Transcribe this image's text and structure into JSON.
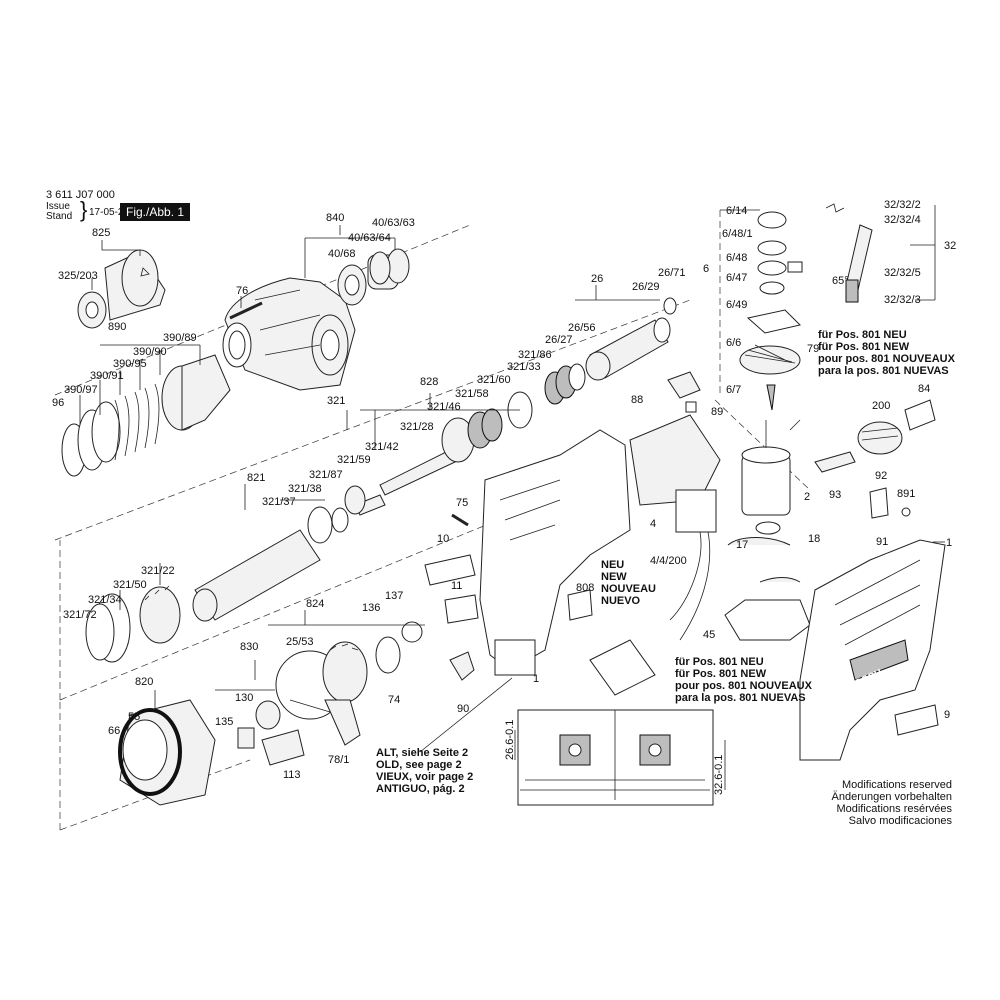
{
  "header": {
    "doc_number": "3 611 J07 000",
    "issue_label": "Issue\nStand",
    "issue_date": "17-05-22",
    "figure_label": "Fig./Abb. 1"
  },
  "callouts": {
    "c825": "825",
    "c325_203": "325/203",
    "c840": "840",
    "c40_63_63": "40/63/63",
    "c40_63_64": "40/63/64",
    "c40_68": "40/68",
    "c76": "76",
    "c890": "890",
    "c390_89": "390/89",
    "c390_90": "390/90",
    "c390_95": "390/95",
    "c390_91": "390/91",
    "c390_97": "390/97",
    "c96": "96",
    "c26": "26",
    "c26_71": "26/71",
    "c26_29": "26/29",
    "c26_56": "26/56",
    "c26_27": "26/27",
    "c828": "828",
    "c321_86": "321/86",
    "c321_60": "321/60",
    "c321_33": "321/33",
    "c321_58": "321/58",
    "c321_46": "321/46",
    "c321": "321",
    "c321_28": "321/28",
    "c321_42": "321/42",
    "c321_59": "321/59",
    "c821": "821",
    "c321_87": "321/87",
    "c321_38": "321/38",
    "c321_37": "321/37",
    "c321_22": "321/22",
    "c321_50": "321/50",
    "c321_34": "321/34",
    "c321_72": "321/72",
    "c824": "824",
    "c25_53": "25/53",
    "c136": "136",
    "c137": "137",
    "c830": "830",
    "c130": "130",
    "c135": "135",
    "c113": "113",
    "c78_1": "78/1",
    "c74": "74",
    "c820": "820",
    "c55": "55",
    "c66": "66",
    "c75": "75",
    "c10": "10",
    "c11": "11",
    "c808": "808",
    "c1_housing": "1",
    "c90": "90",
    "c6_14": "6/14",
    "c6_48_1": "6/48/1",
    "c6_48": "6/48",
    "c6": "6",
    "c6_47": "6/47",
    "c6_49": "6/49",
    "c6_6": "6/6",
    "c6_7": "6/7",
    "c79": "79",
    "c88": "88",
    "c89": "89",
    "c32_32_2": "32/32/2",
    "c32_32_4": "32/32/4",
    "c32": "32",
    "c32_32_5": "32/32/5",
    "c32_32_3": "32/32/3",
    "c65": "65°",
    "c84": "84",
    "c200": "200",
    "c92": "92",
    "c891": "891",
    "c93": "93",
    "c2": "2",
    "c4": "4",
    "c4_4_200": "4/4/200",
    "c17": "17",
    "c18": "18",
    "c91": "91",
    "c1_main": "1",
    "c45": "45",
    "c9": "9",
    "dim_26_6": "26.6-0.1",
    "dim_32_6": "32.6-0.1"
  },
  "notes": {
    "motor_note": [
      "für Pos. 801 NEU",
      "für Pos. 801 NEW",
      "pour pos. 801 NOUVEAUX",
      "para la pos. 801 NUEVAS"
    ],
    "board_note": [
      "für Pos. 801 NEU",
      "für Pos. 801 NEW",
      "pour pos. 801 NOUVEAUX",
      "para la pos. 801 NUEVAS"
    ],
    "neu_note": [
      "NEU",
      "NEW",
      "NOUVEAU",
      "NUEVO"
    ],
    "alt_note": [
      "ALT, siehe Seite 2",
      "OLD, see page 2",
      "VIEUX, voir page 2",
      "ANTIGUO, pág. 2"
    ],
    "mods_note": [
      "Modifications reserved",
      "Änderungen vorbehalten",
      "Modifications resérvées",
      "Salvo modificaciones"
    ]
  },
  "brand": {
    "logo_text": "BOSCH"
  }
}
